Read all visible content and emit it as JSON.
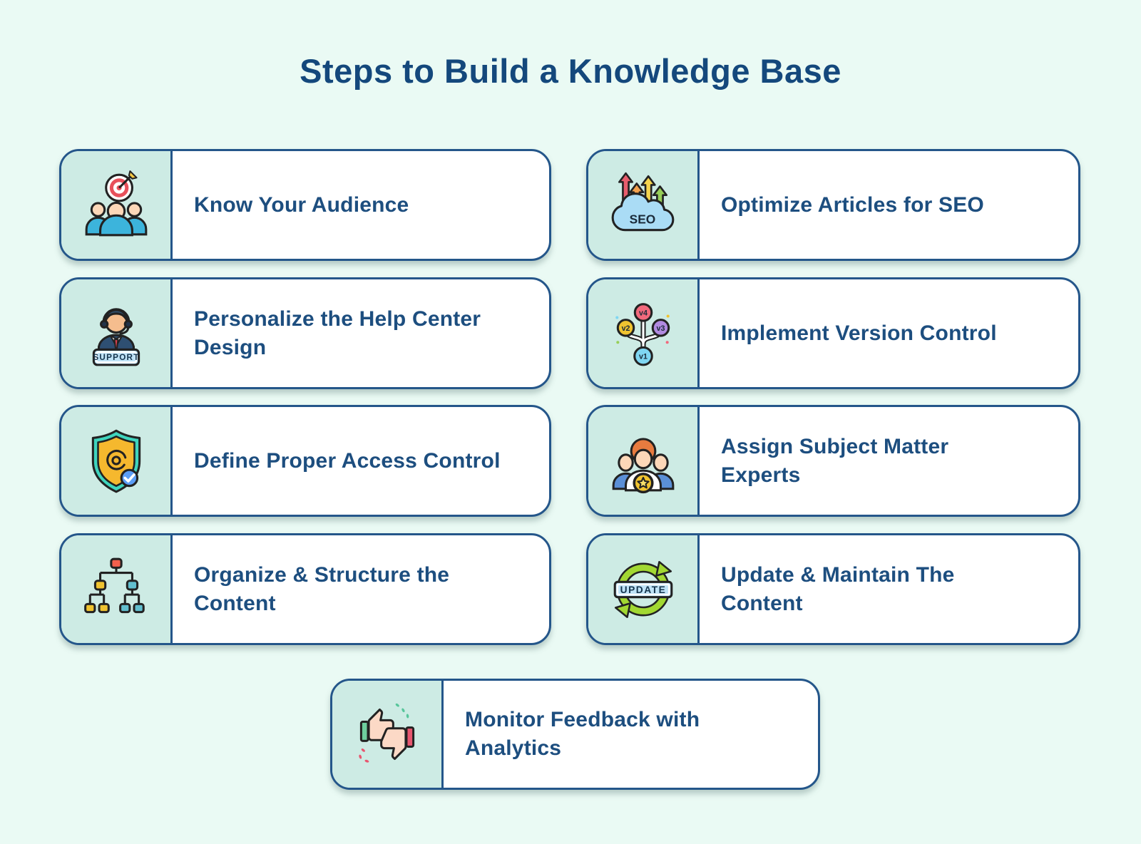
{
  "page": {
    "title": "Steps to Build a Knowledge Base"
  },
  "colors": {
    "background": "#eafaf4",
    "card_border": "#24568a",
    "icon_panel": "#cdebe4",
    "title_text": "#14487c",
    "label_text": "#1d4e7f"
  },
  "steps": [
    {
      "label": "Know Your Audience",
      "icon": "audience-target-icon"
    },
    {
      "label": "Optimize Articles for SEO",
      "icon": "seo-cloud-icon"
    },
    {
      "label": "Personalize the Help Center\nDesign",
      "icon": "support-agent-icon"
    },
    {
      "label": "Implement Version Control",
      "icon": "version-control-icon"
    },
    {
      "label": "Define Proper Access Control",
      "icon": "access-shield-icon"
    },
    {
      "label": "Assign Subject Matter\nExperts",
      "icon": "subject-experts-icon"
    },
    {
      "label": "Organize & Structure the\nContent",
      "icon": "sitemap-icon"
    },
    {
      "label": "Update & Maintain The\nContent",
      "icon": "update-cycle-icon"
    },
    {
      "label": "Monitor Feedback with\nAnalytics",
      "icon": "feedback-thumbs-icon"
    }
  ],
  "icon_labels": {
    "seo": "SEO",
    "support": "SUPPORT",
    "update": "UPDATE",
    "versions": [
      "v2",
      "v4",
      "v3",
      "v1"
    ]
  }
}
